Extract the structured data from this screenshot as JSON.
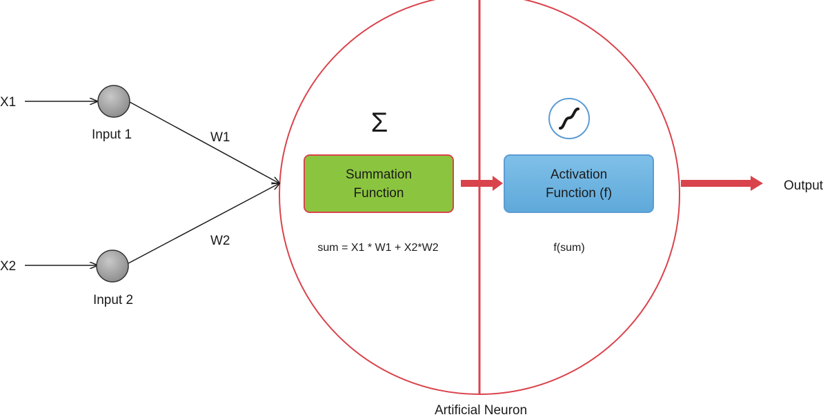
{
  "inputs": [
    {
      "signal": "X1",
      "node_label": "Input 1",
      "weight": "W1"
    },
    {
      "signal": "X2",
      "node_label": "Input 2",
      "weight": "W2"
    }
  ],
  "summation": {
    "symbol": "Σ",
    "box_line1": "Summation",
    "box_line2": "Function",
    "formula": "sum = X1 * W1 + X2*W2",
    "color": "#8bc53f",
    "border": "#d9434b"
  },
  "activation": {
    "icon": "sigmoid-curve-icon",
    "box_line1": "Activation",
    "box_line2": "Function (f)",
    "formula": "f(sum)",
    "color": "#6cb4e0",
    "border": "#5b9bd5"
  },
  "output_label": "Output",
  "neuron_label": "Artificial Neuron",
  "colors": {
    "neuron_outline": "#d9434b",
    "arrow_red": "#d9434b",
    "input_node": "#a8a8a8"
  }
}
